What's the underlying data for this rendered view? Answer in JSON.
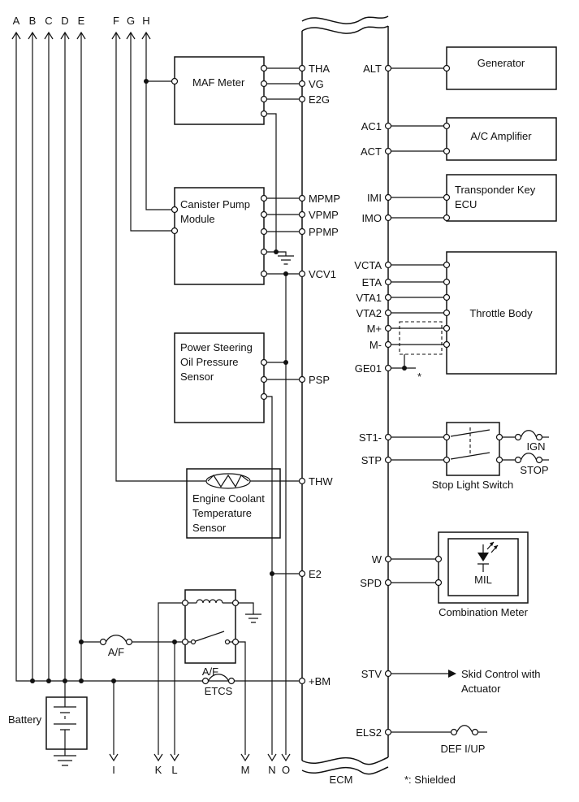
{
  "connectors": {
    "top": {
      "a": "A",
      "b": "B",
      "c": "C",
      "d": "D",
      "e": "E",
      "f": "F",
      "g": "G",
      "h": "H"
    },
    "bottom": {
      "i": "I",
      "k": "K",
      "l": "L",
      "m": "M",
      "n": "N",
      "o": "O"
    }
  },
  "ecm": {
    "label": "ECM",
    "pins_left": {
      "tha": "THA",
      "vg": "VG",
      "e2g": "E2G",
      "mpmp": "MPMP",
      "vpmp": "VPMP",
      "ppmp": "PPMP",
      "vcv1": "VCV1",
      "psp": "PSP",
      "thw": "THW",
      "e2": "E2",
      "bm": "+BM"
    },
    "pins_right": {
      "alt": "ALT",
      "ac1": "AC1",
      "act": "ACT",
      "imi": "IMI",
      "imo": "IMO",
      "vcta": "VCTA",
      "eta": "ETA",
      "vta1": "VTA1",
      "vta2": "VTA2",
      "m_plus": "M+",
      "m_minus": "M-",
      "ge01": "GE01",
      "st1": "ST1-",
      "stp": "STP",
      "w": "W",
      "spd": "SPD",
      "stv": "STV",
      "els2": "ELS2"
    }
  },
  "components": {
    "maf_meter": {
      "label": "MAF Meter"
    },
    "canister_pump": {
      "line1": "Canister Pump",
      "line2": "Module"
    },
    "power_steering": {
      "line1": "Power Steering",
      "line2": "Oil Pressure",
      "line3": "Sensor"
    },
    "coolant_sensor": {
      "line1": "Engine Coolant",
      "line2": "Temperature",
      "line3": "Sensor"
    },
    "battery": {
      "label": "Battery"
    },
    "af_relay": {
      "label": "A/F"
    },
    "generator": {
      "label": "Generator"
    },
    "ac_amplifier": {
      "label": "A/C Amplifier"
    },
    "transponder": {
      "line1": "Transponder Key",
      "line2": "ECU"
    },
    "throttle_body": {
      "label": "Throttle Body"
    },
    "stop_light_switch": {
      "label": "Stop Light Switch"
    },
    "combination_meter": {
      "label": "Combination Meter"
    },
    "mil": {
      "label": "MIL"
    }
  },
  "fuses": {
    "af": "A/F",
    "etcs": "ETCS",
    "ign": "IGN",
    "stop": "STOP",
    "def": "DEF I/UP"
  },
  "notes": {
    "skid_line1": "Skid Control with",
    "skid_line2": "Actuator",
    "shielded": "*: Shielded",
    "star": "*"
  }
}
